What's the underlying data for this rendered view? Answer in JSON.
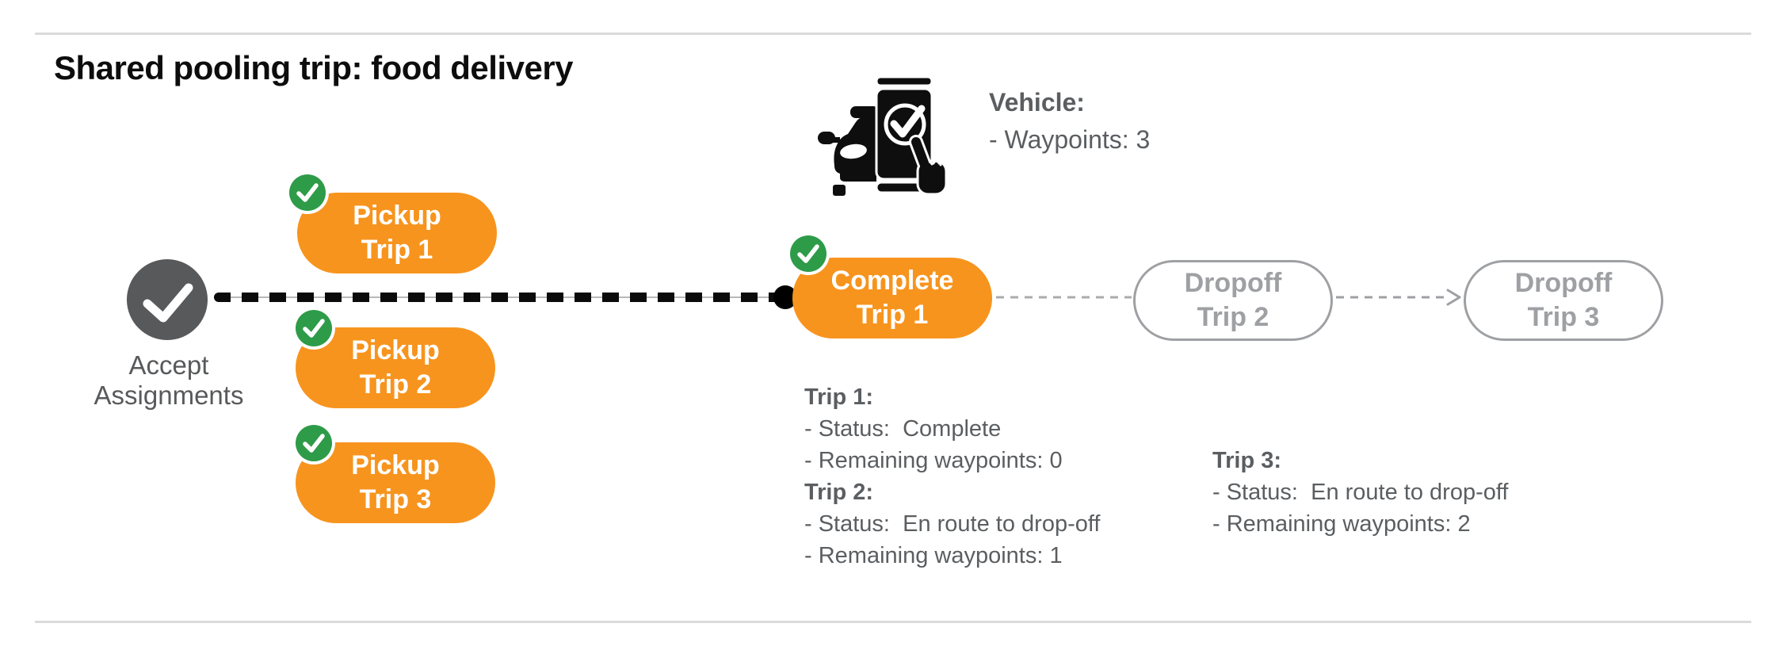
{
  "title": "Shared pooling trip: food delivery",
  "vehicle_info": {
    "heading": "Vehicle:",
    "waypoints": "- Waypoints: 3"
  },
  "flow": {
    "start": {
      "line1": "Accept",
      "line2": "Assignments"
    },
    "pickups": [
      {
        "line1": "Pickup",
        "line2": "Trip 1"
      },
      {
        "line1": "Pickup",
        "line2": "Trip 2"
      },
      {
        "line1": "Pickup",
        "line2": "Trip 3"
      }
    ],
    "complete": {
      "line1": "Complete",
      "line2": "Trip 1"
    },
    "dropoffs": [
      {
        "line1": "Dropoff",
        "line2": "Trip 2"
      },
      {
        "line1": "Dropoff",
        "line2": "Trip 3"
      }
    ]
  },
  "status_left": {
    "trip1_heading": "Trip 1:",
    "trip1_status": "- Status:  Complete",
    "trip1_waypoints": "- Remaining waypoints: 0",
    "trip2_heading": "Trip 2:",
    "trip2_status": "- Status:  En route to drop-off",
    "trip2_waypoints": "- Remaining waypoints: 1"
  },
  "status_right": {
    "trip3_heading": "Trip 3:",
    "trip3_status": "- Status:  En route to drop-off",
    "trip3_waypoints": "- Remaining waypoints: 2"
  },
  "colors": {
    "orange": "#F7941E",
    "green": "#2E9B49",
    "node_gray": "#58595B",
    "body_text_gray": "#5B5E61",
    "inactive_gray": "#9EA0A3",
    "divider_gray": "#DBDBDB",
    "line_black": "#0B0B0B"
  }
}
